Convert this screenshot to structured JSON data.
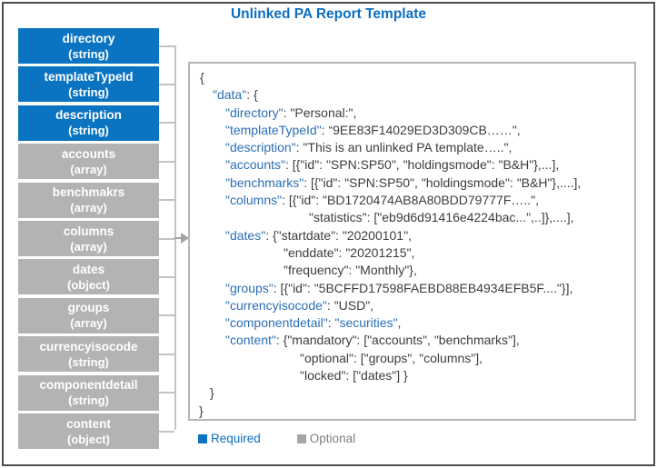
{
  "title": "Unlinked PA Report Template",
  "colors": {
    "required_blue": "#0a73c2",
    "optional_gray": "#b3b3b3",
    "key_blue": "#2b6fb5",
    "text_dark": "#3d3d3d",
    "frame_gray": "#4d4d4d"
  },
  "sidebar": {
    "items": [
      {
        "name": "directory",
        "type": "(string)",
        "required": true
      },
      {
        "name": "templateTypeId",
        "type": "(string)",
        "required": true
      },
      {
        "name": "description",
        "type": "(string)",
        "required": true
      },
      {
        "name": "accounts",
        "type": "(array)",
        "required": false
      },
      {
        "name": "benchmakrs",
        "type": "(array)",
        "required": false
      },
      {
        "name": "columns",
        "type": "(array)",
        "required": false
      },
      {
        "name": "dates",
        "type": "(object)",
        "required": false
      },
      {
        "name": "groups",
        "type": "(array)",
        "required": false
      },
      {
        "name": "currencyisocode",
        "type": "(string)",
        "required": false
      },
      {
        "name": "componentdetail",
        "type": "(string)",
        "required": false
      },
      {
        "name": "content",
        "type": "(object)",
        "required": false
      }
    ]
  },
  "json_panel": {
    "lines": [
      {
        "indent": 11,
        "segments": [
          {
            "t": "{",
            "k": false
          }
        ]
      },
      {
        "indent": 25,
        "segments": [
          {
            "t": "\"data\"",
            "k": true
          },
          {
            "t": ": {",
            "k": false
          }
        ]
      },
      {
        "indent": 39,
        "segments": [
          {
            "t": "\"directory\"",
            "k": true
          },
          {
            "t": ": \"Personal:\",",
            "k": false
          }
        ]
      },
      {
        "indent": 39,
        "segments": [
          {
            "t": "\"templateTypeId\"",
            "k": true
          },
          {
            "t": ": “9EE83F14029ED3D309CB……\",",
            "k": false
          }
        ]
      },
      {
        "indent": 39,
        "segments": [
          {
            "t": "\"description\"",
            "k": true
          },
          {
            "t": ": \"This is an unlinked PA template…..\",",
            "k": false
          }
        ]
      },
      {
        "indent": 39,
        "segments": [
          {
            "t": "\"accounts\"",
            "k": true
          },
          {
            "t": ": [{\"id\": \"SPN:SP50\", \"holdingsmode\": \"B&H\"},...],",
            "k": false
          }
        ]
      },
      {
        "indent": 39,
        "segments": [
          {
            "t": "\"benchmarks\"",
            "k": true
          },
          {
            "t": ": [{\"id\": \"SPN:SP50\", \"holdingsmode\": \"B&H\"},....],",
            "k": false
          }
        ]
      },
      {
        "indent": 39,
        "segments": [
          {
            "t": "\"columns\"",
            "k": true
          },
          {
            "t": ": [{\"id\": \"BD1720474AB8A80BDD79777F…..\",",
            "k": false
          }
        ]
      },
      {
        "indent": 131,
        "segments": [
          {
            "t": "\"statistics\": [\"eb9d6d91416e4224bac...\",..]},....],",
            "k": false
          }
        ]
      },
      {
        "indent": 39,
        "segments": [
          {
            "t": "\"dates\"",
            "k": true
          },
          {
            "t": ": {\"startdate\": \"20200101\",",
            "k": false
          }
        ]
      },
      {
        "indent": 103,
        "segments": [
          {
            "t": "\"enddate\": \"20201215\",",
            "k": false
          }
        ]
      },
      {
        "indent": 103,
        "segments": [
          {
            "t": "\"frequency\": \"Monthly\"},",
            "k": false
          }
        ]
      },
      {
        "indent": 39,
        "segments": [
          {
            "t": "\"groups\"",
            "k": true
          },
          {
            "t": ": [{\"id\": \"5BCFFD17598FAEBD88EB4934EFB5F....\"}],",
            "k": false
          }
        ]
      },
      {
        "indent": 39,
        "segments": [
          {
            "t": "\"currencyisocode\"",
            "k": true
          },
          {
            "t": ": \"USD\",",
            "k": false
          }
        ]
      },
      {
        "indent": 39,
        "segments": [
          {
            "t": "\"componentdetail\"",
            "k": true
          },
          {
            "t": ": ",
            "k": false
          },
          {
            "t": "\"securities\"",
            "k": true
          },
          {
            "t": ",",
            "k": false
          }
        ]
      },
      {
        "indent": 39,
        "segments": [
          {
            "t": "\"content\"",
            "k": true
          },
          {
            "t": ": {\"mandatory\": [\"accounts\", \"benchmarks\"],",
            "k": false
          }
        ]
      },
      {
        "indent": 121,
        "segments": [
          {
            "t": "\"optional\": [\"groups\", \"columns\"],",
            "k": false
          }
        ]
      },
      {
        "indent": 121,
        "segments": [
          {
            "t": "\"locked\": [\"dates\"] }",
            "k": false
          }
        ]
      },
      {
        "indent": 22,
        "segments": [
          {
            "t": "}",
            "k": false
          }
        ]
      },
      {
        "indent": 10,
        "segments": [
          {
            "t": "}",
            "k": false
          }
        ]
      }
    ]
  },
  "legend": {
    "required_label": "Required",
    "optional_label": "Optional"
  }
}
